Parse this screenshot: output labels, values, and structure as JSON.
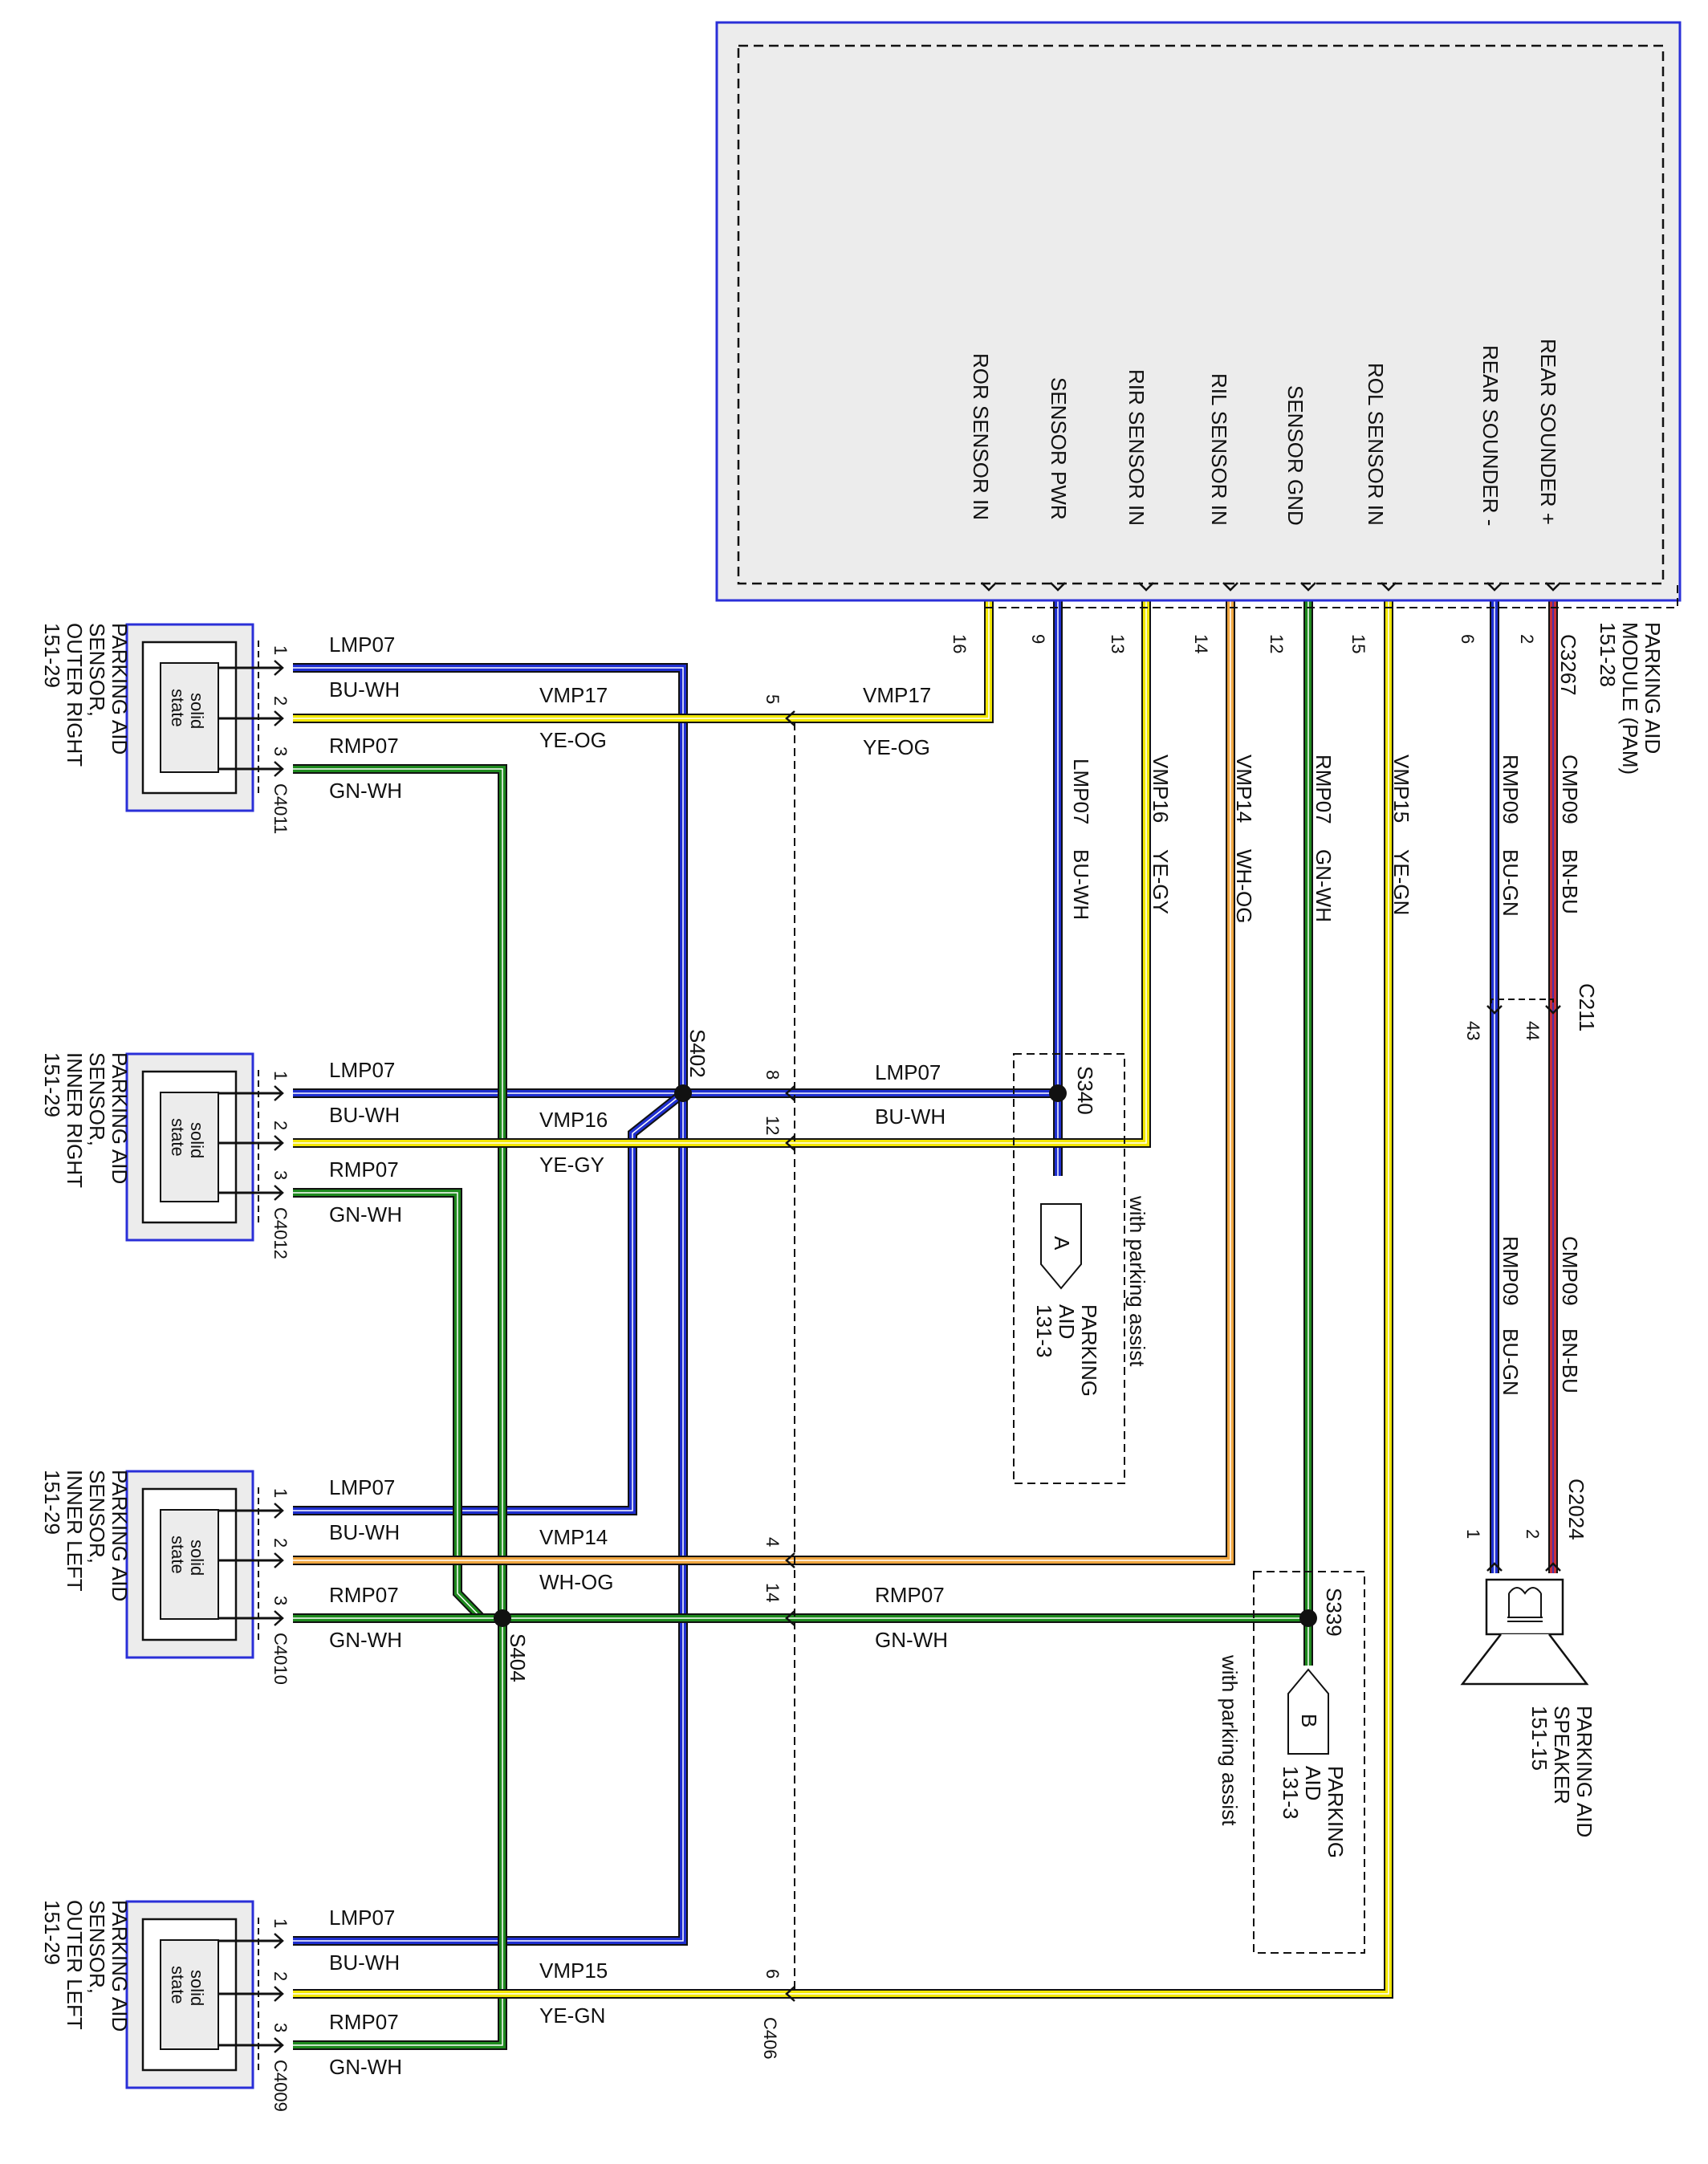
{
  "colors": {
    "blue": "#1f2fd0",
    "yellow": "#f1e600",
    "green": "#1e8a1e",
    "orange": "#f0a640",
    "red": "#c8303a",
    "box_border": "#2a2fd8",
    "module_fill": "#ececec"
  },
  "module": {
    "name_lines": [
      "PARKING AID",
      "MODULE (PAM)",
      "151-28"
    ],
    "connector": "C3267",
    "pins": [
      {
        "label": "ROR SENSOR IN",
        "pin": "16"
      },
      {
        "label": "SENSOR PWR",
        "pin": "9"
      },
      {
        "label": "RIR SENSOR IN",
        "pin": "13"
      },
      {
        "label": "RIL SENSOR IN",
        "pin": "14"
      },
      {
        "label": "SENSOR GND",
        "pin": "12"
      },
      {
        "label": "ROL SENSOR IN",
        "pin": "15"
      },
      {
        "label": "REAR SOUNDER -",
        "pin": "6"
      },
      {
        "label": "REAR SOUNDER +",
        "pin": "2"
      }
    ]
  },
  "sensors": [
    {
      "name_lines": [
        "PARKING AID",
        "SENSOR,",
        "OUTER RIGHT",
        "151-29"
      ],
      "connector": "C4011",
      "inner": [
        "solid",
        "state"
      ],
      "wires": [
        {
          "pin": "1",
          "circuit": "LMP07",
          "color": "BU-WH"
        },
        {
          "pin": "2",
          "circuit": "VMP17",
          "color": "YE-OG"
        },
        {
          "pin": "3",
          "circuit": "RMP07",
          "color": "GN-WH"
        }
      ]
    },
    {
      "name_lines": [
        "PARKING AID",
        "SENSOR,",
        "INNER RIGHT",
        "151-29"
      ],
      "connector": "C4012",
      "inner": [
        "solid",
        "state"
      ],
      "wires": [
        {
          "pin": "1",
          "circuit": "LMP07",
          "color": "BU-WH"
        },
        {
          "pin": "2",
          "circuit": "VMP16",
          "color": "YE-GY"
        },
        {
          "pin": "3",
          "circuit": "RMP07",
          "color": "GN-WH"
        }
      ]
    },
    {
      "name_lines": [
        "PARKING AID",
        "SENSOR,",
        "INNER LEFT",
        "151-29"
      ],
      "connector": "C4010",
      "inner": [
        "solid",
        "state"
      ],
      "wires": [
        {
          "pin": "1",
          "circuit": "LMP07",
          "color": "BU-WH"
        },
        {
          "pin": "2",
          "circuit": "VMP14",
          "color": "WH-OG"
        },
        {
          "pin": "3",
          "circuit": "RMP07",
          "color": "GN-WH"
        }
      ]
    },
    {
      "name_lines": [
        "PARKING AID",
        "SENSOR,",
        "OUTER LEFT",
        "151-29"
      ],
      "connector": "C4009",
      "inner": [
        "solid",
        "state"
      ],
      "wires": [
        {
          "pin": "1",
          "circuit": "LMP07",
          "color": "BU-WH"
        },
        {
          "pin": "2",
          "circuit": "VMP15",
          "color": "YE-GN"
        },
        {
          "pin": "3",
          "circuit": "RMP07",
          "color": "GN-WH"
        }
      ]
    }
  ],
  "inline_connector": {
    "name": "C406",
    "pins": [
      "5",
      "8",
      "12",
      "4",
      "14",
      "6"
    ],
    "right_labels": [
      {
        "circuit": "VMP17",
        "color": "YE-OG"
      },
      {
        "circuit": "LMP07",
        "color": "BU-WH"
      },
      {
        "circuit": "RMP07",
        "color": "GN-WH"
      }
    ]
  },
  "vertical_wire_labels": [
    {
      "circuit": "LMP07",
      "color": "BU-WH"
    },
    {
      "circuit": "VMP16",
      "color": "YE-GY"
    },
    {
      "circuit": "VMP14",
      "color": "WH-OG"
    },
    {
      "circuit": "RMP07",
      "color": "GN-WH"
    },
    {
      "circuit": "VMP15",
      "color": "YE-GN"
    },
    {
      "circuit": "RMP09",
      "color": "BU-GN"
    },
    {
      "circuit": "CMP09",
      "color": "BN-BU"
    }
  ],
  "lower_speaker_wire_labels": [
    {
      "circuit": "RMP09",
      "color": "BU-GN"
    },
    {
      "circuit": "CMP09",
      "color": "BN-BU"
    }
  ],
  "splices": [
    "S402",
    "S404",
    "S340",
    "S339"
  ],
  "c211": {
    "name": "C211",
    "pins": [
      "43",
      "44"
    ]
  },
  "c2024": {
    "name": "C2024",
    "pins": [
      "1",
      "2"
    ]
  },
  "refs": [
    {
      "letter": "A",
      "lines": [
        "PARKING",
        "AID",
        "131-3"
      ]
    },
    {
      "letter": "B",
      "lines": [
        "PARKING",
        "AID",
        "131-3"
      ]
    }
  ],
  "option_note": "with parking assist",
  "speaker": {
    "name_lines": [
      "PARKING AID",
      "SPEAKER",
      "151-15"
    ]
  }
}
